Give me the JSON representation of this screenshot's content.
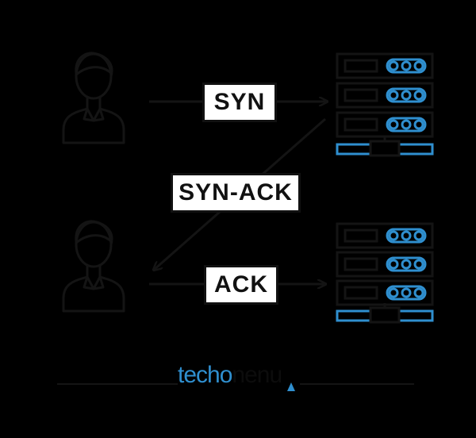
{
  "labels": {
    "syn": "SYN",
    "syn_ack": "SYN-ACK",
    "ack": "ACK"
  },
  "logo": {
    "part1": "techo",
    "part2": "nenu"
  },
  "icons": {
    "client": "person-icon",
    "server": "server-rack-icon"
  },
  "colors": {
    "background": "#000000",
    "line": "#111111",
    "accent": "#2f8fcf",
    "label_bg": "#ffffff"
  }
}
